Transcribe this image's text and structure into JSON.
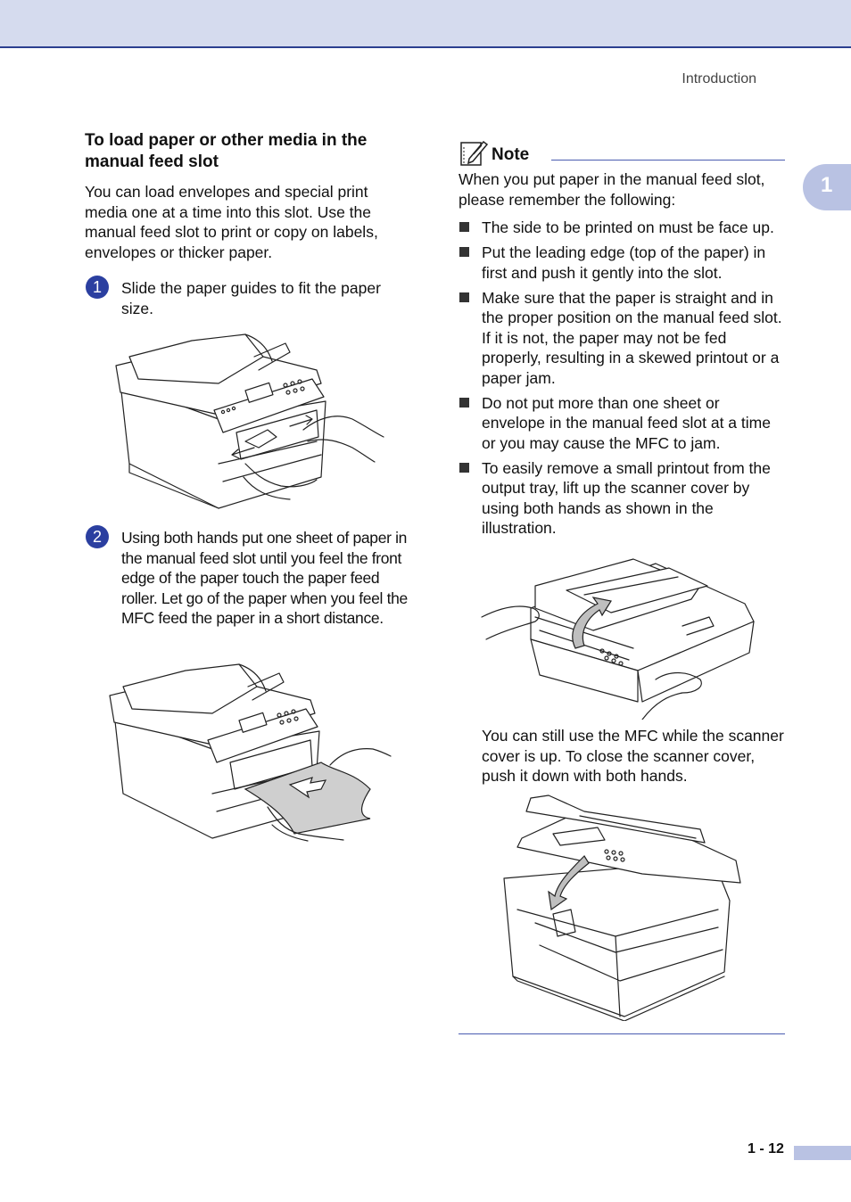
{
  "header": {
    "running_head": "Introduction"
  },
  "chapter_tab": {
    "number": "1"
  },
  "left": {
    "heading": "To load paper or other media in the manual feed slot",
    "intro": "You can load envelopes and special print media one at a time into this slot. Use the manual feed slot to print or copy on labels, envelopes or thicker paper.",
    "steps": [
      {
        "number": "1",
        "text": "Slide the paper guides to fit the paper size."
      },
      {
        "number": "2",
        "text": "Using both hands put one sheet of paper in the manual feed slot until you feel the front edge of the paper touch the paper feed roller. Let go of the paper when you feel the MFC feed the paper in a short distance."
      }
    ]
  },
  "note": {
    "title": "Note",
    "intro": "When you put paper in the manual feed slot, please remember the following:",
    "bullets": [
      "The side to be printed on must be face up.",
      "Put the leading edge (top of the paper) in first and push it gently into the slot.",
      "Make sure that the paper is straight and in the proper position on the manual feed slot. If it is not, the paper may not be fed properly, resulting in a skewed printout or a paper jam.",
      "Do not put more than one sheet or envelope in the manual feed slot at a time or you may cause the MFC to jam.",
      "To easily remove a small printout from the output tray, lift up the scanner cover by using both hands as shown in the illustration."
    ],
    "after_text": "You can still use the MFC while the scanner cover is up. To close the scanner cover, push it down with both hands."
  },
  "footer": {
    "page_number": "1 - 12"
  },
  "colors": {
    "accent": "#2b3fa0",
    "band": "#d5dbee",
    "tab": "#b9c2e3"
  }
}
